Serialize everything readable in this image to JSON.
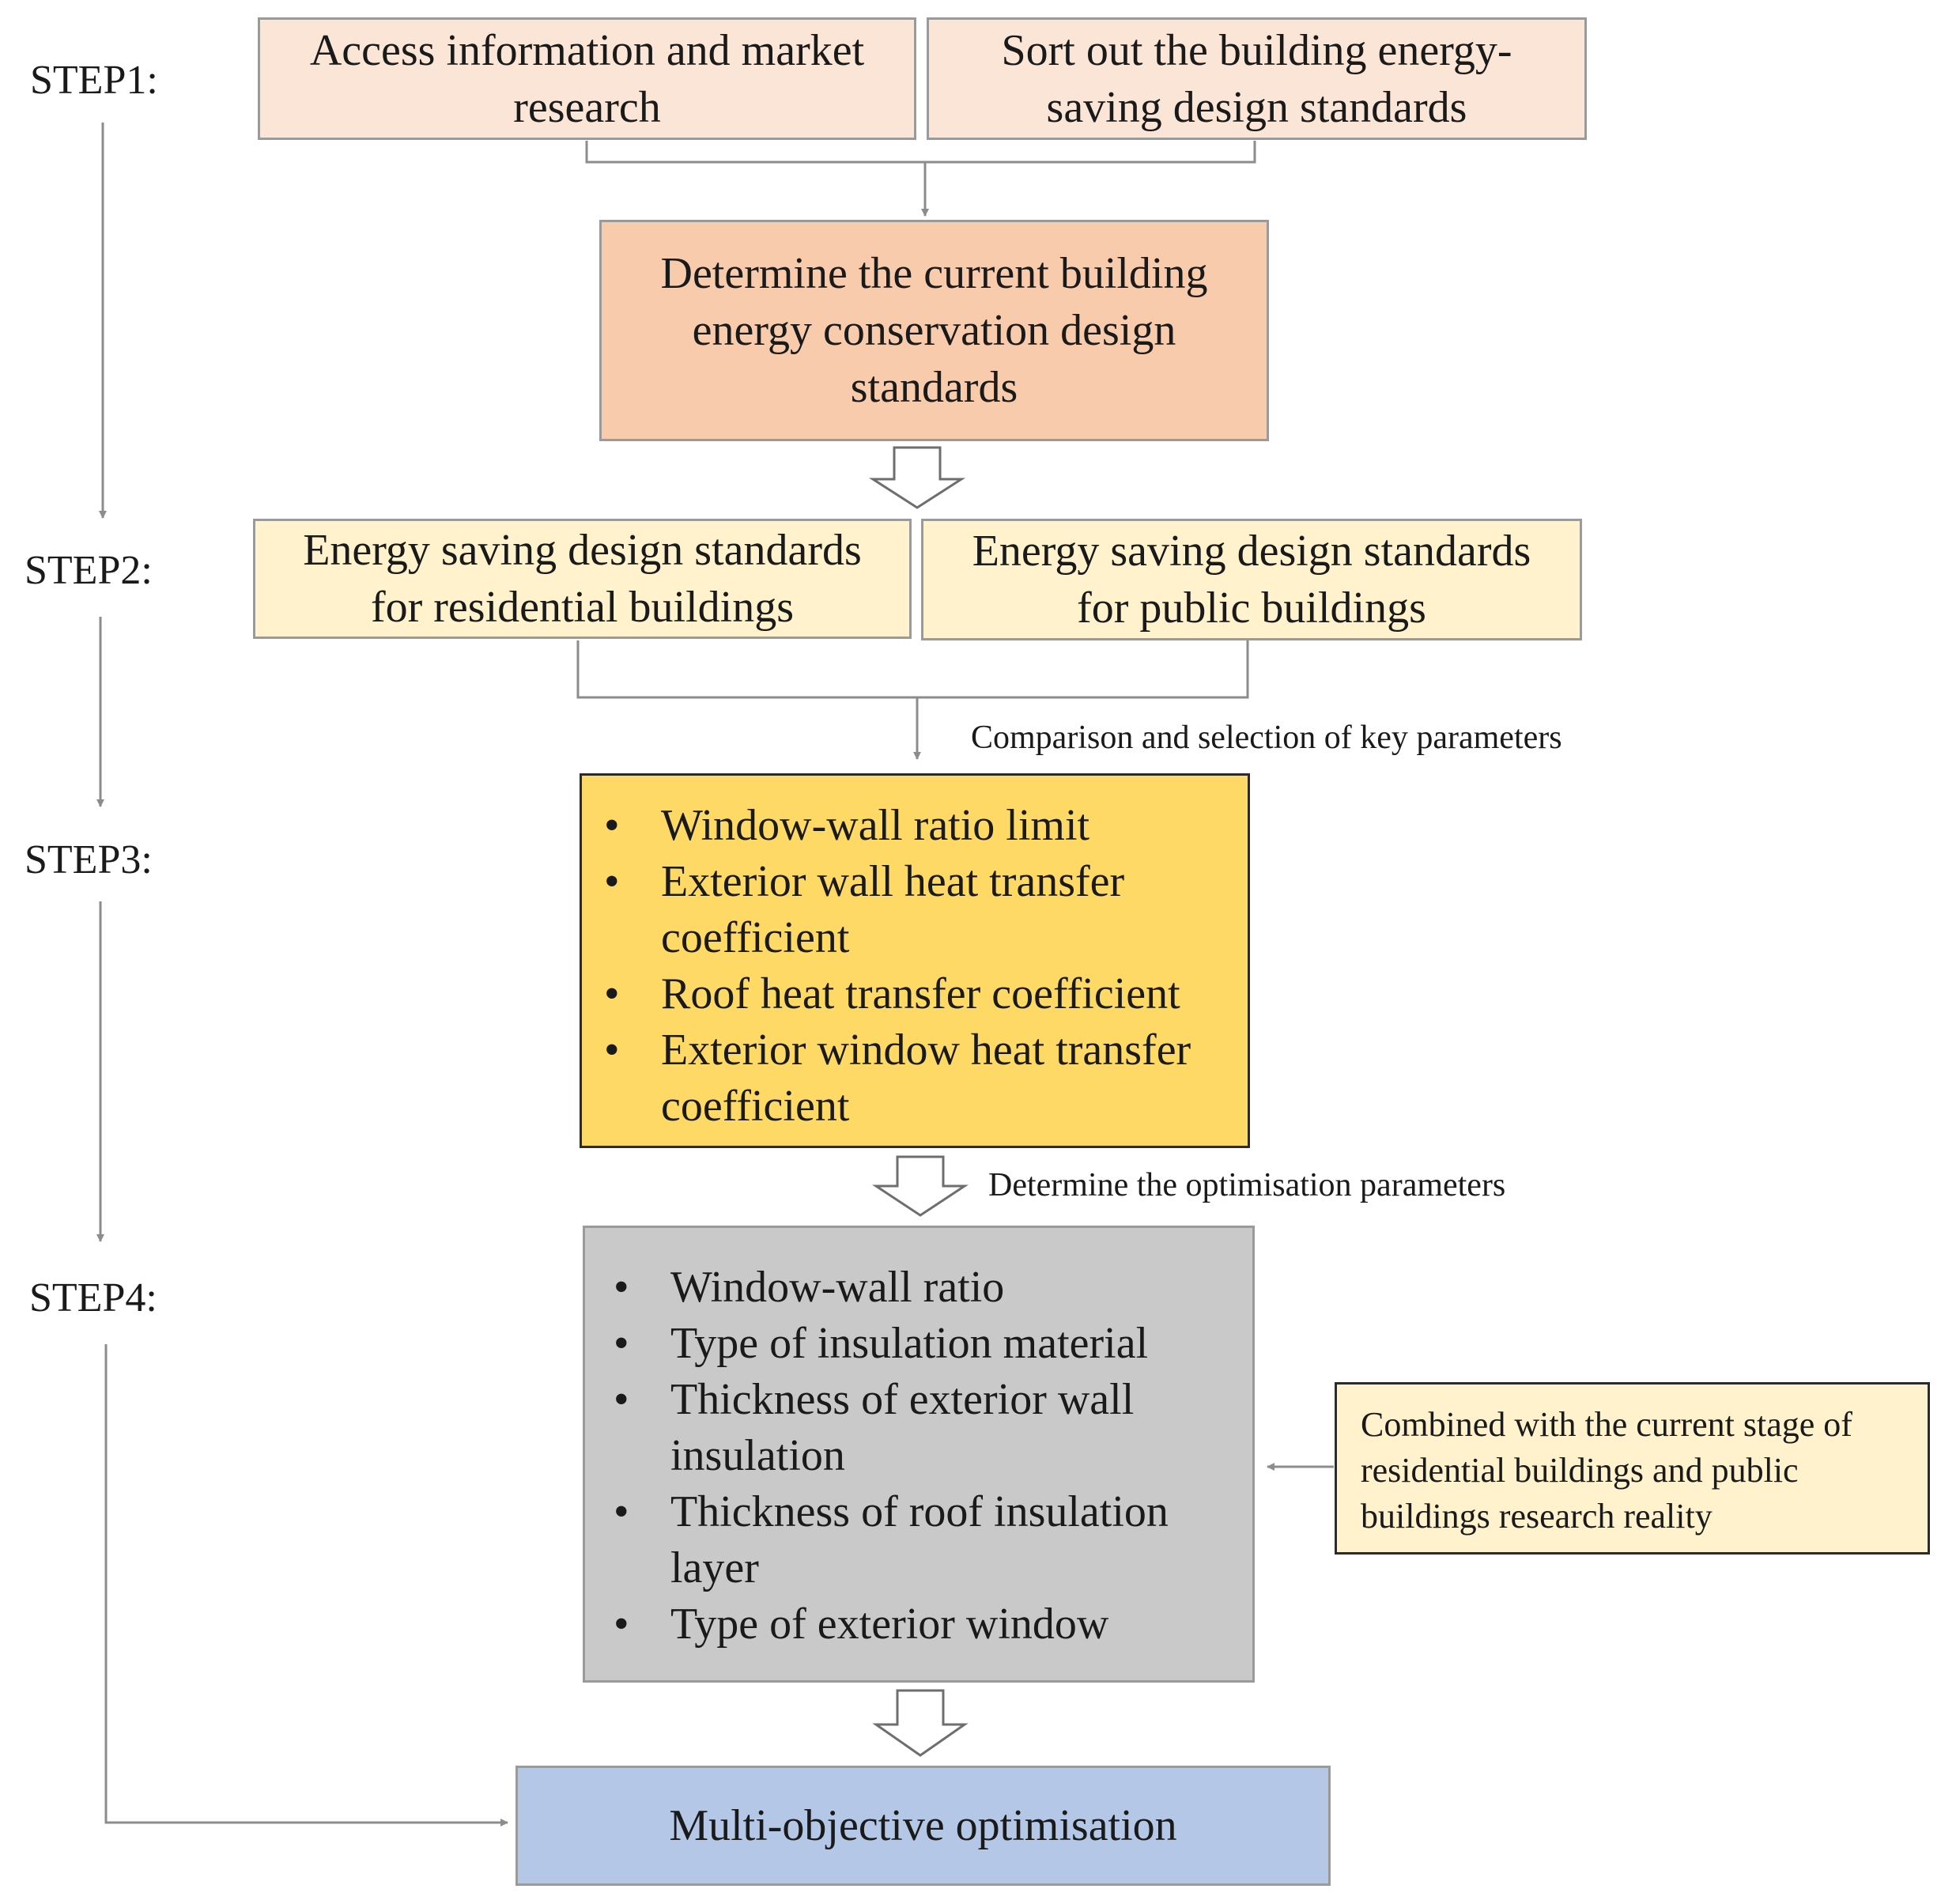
{
  "steps": {
    "s1": "STEP1:",
    "s2": "STEP2:",
    "s3": "STEP3:",
    "s4": "STEP4:"
  },
  "boxes": {
    "access_info": "Access information and market research",
    "sort_standards": "Sort out the building energy-saving design standards",
    "determine_standards": "Determine the current building energy conservation design standards",
    "residential": "Energy saving design standards for residential buildings",
    "public": "Energy saving design standards for public buildings",
    "key_parameters": [
      "Window-wall ratio limit",
      "Exterior wall heat transfer coefficient",
      "Roof heat transfer coefficient",
      "Exterior window heat transfer coefficient"
    ],
    "optimisation_parameters": [
      "Window-wall ratio",
      "Type of insulation material",
      "Thickness of exterior wall insulation",
      "Thickness of roof insulation layer",
      "Type of exterior window"
    ],
    "combined": "Combined with the current stage of residential buildings and public buildings research reality",
    "multi_objective": "Multi-objective optimisation"
  },
  "labels": {
    "comparison": "Comparison and selection of key parameters",
    "determine_optimisation": "Determine the optimisation parameters"
  },
  "colors": {
    "step1": "#fbe5d6",
    "determine": "#f8cbad",
    "step2": "#fff2cc",
    "step3": "#ffd966",
    "step4": "#c9c9c9",
    "final": "#b4c7e7",
    "line": "#8c8c8c"
  }
}
